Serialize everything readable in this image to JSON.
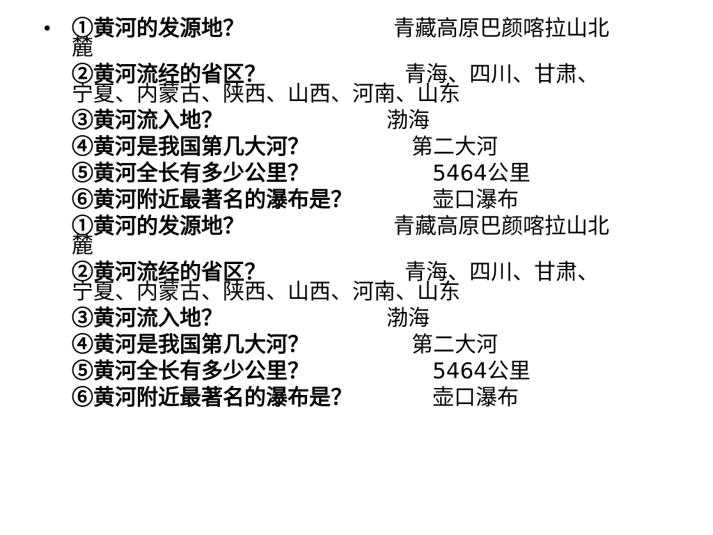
{
  "slide": {
    "bullet": "•",
    "blocks": [
      {
        "items": [
          {
            "question": "①黄河的发源地？",
            "answer_line1": "青藏高原巴颜喀拉山北",
            "answer_line2": "麓"
          },
          {
            "question": "②黄河流经的省区？",
            "answer_line1": "青海、四川、甘肃、",
            "answer_line2": "宁夏、内蒙古、陕西、山西、河南、山东"
          },
          {
            "question": "③黄河流入地？",
            "answer_line1": "渤海"
          },
          {
            "question": "④黄河是我国第几大河？",
            "answer_line1": "第二大河"
          },
          {
            "question": "⑤黄河全长有多少公里？",
            "answer_number": "5464",
            "answer_unit": "公里"
          },
          {
            "question": "⑥黄河附近最著名的瀑布是？",
            "answer_line1": "壶口瀑布"
          }
        ]
      },
      {
        "items": [
          {
            "question": "①黄河的发源地？",
            "answer_line1": "青藏高原巴颜喀拉山北",
            "answer_line2": "麓"
          },
          {
            "question": "②黄河流经的省区？",
            "answer_line1": "青海、四川、甘肃、",
            "answer_line2": "宁夏、内蒙古、陕西、山西、河南、山东"
          },
          {
            "question": "③黄河流入地？",
            "answer_line1": "渤海"
          },
          {
            "question": "④黄河是我国第几大河？",
            "answer_line1": "第二大河"
          },
          {
            "question": "⑤黄河全长有多少公里？",
            "answer_number": "5464",
            "answer_unit": "公里"
          },
          {
            "question": "⑥黄河附近最著名的瀑布是？",
            "answer_line1": "壶口瀑布"
          }
        ]
      }
    ]
  }
}
